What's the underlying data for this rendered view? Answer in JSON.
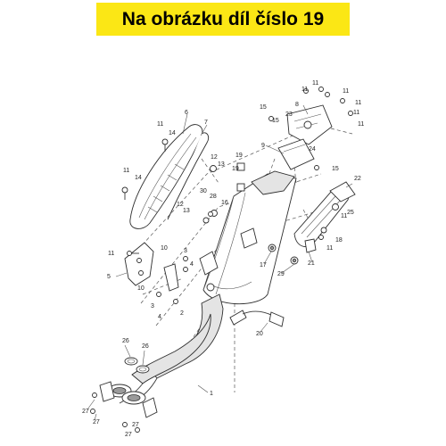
{
  "banner": {
    "text": "Na obrázku díl číslo 19",
    "color": "#fbe715"
  },
  "diagram": {
    "callouts": [
      "1",
      "2",
      "3",
      "3",
      "4",
      "4",
      "5",
      "6",
      "7",
      "8",
      "9",
      "10",
      "10",
      "11",
      "11",
      "11",
      "11",
      "11",
      "11",
      "11",
      "11",
      "11",
      "11",
      "11",
      "12",
      "12",
      "13",
      "13",
      "14",
      "14",
      "15",
      "15",
      "15",
      "16",
      "17",
      "18",
      "19",
      "19",
      "20",
      "21",
      "22",
      "23",
      "24",
      "25",
      "26",
      "26",
      "27",
      "27",
      "27",
      "27",
      "28",
      "29",
      "30"
    ]
  }
}
